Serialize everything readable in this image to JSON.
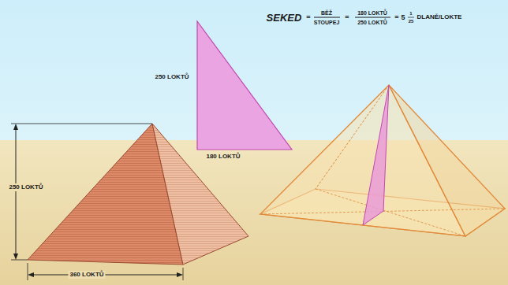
{
  "diagram": {
    "labels": [
      "SEKED",
      "=",
      "BĚŽ",
      "STOUPEJ",
      "=",
      "180 LOKTŮ",
      "250 LOKTŮ",
      "=",
      "5",
      "1",
      "25",
      "DLANĚ/LOKTE",
      "250 LOKTŮ",
      "180 LOKTŮ",
      "250 LOKTŮ",
      "360 LOKTŮ"
    ]
  }
}
